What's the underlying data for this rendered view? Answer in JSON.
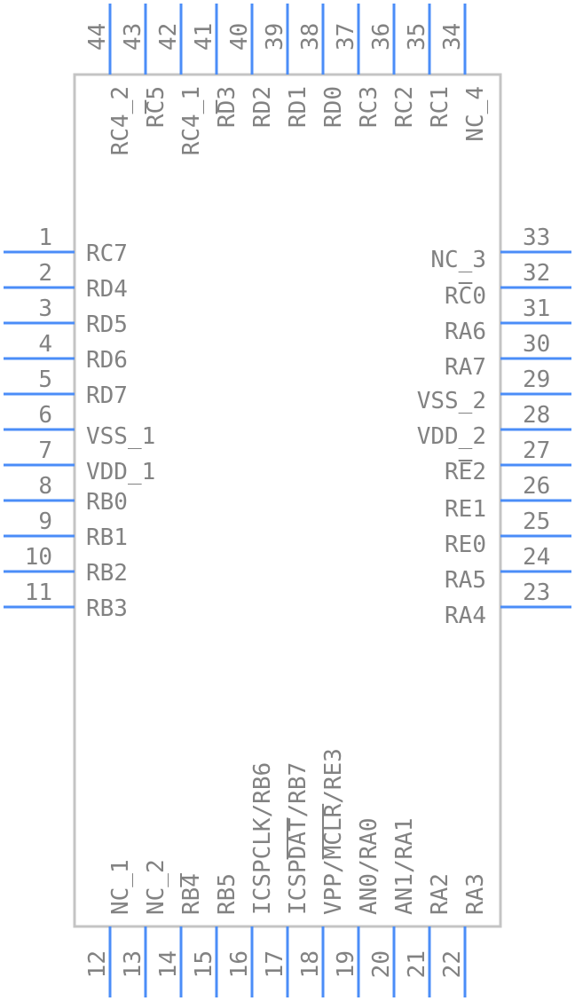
{
  "colors": {
    "body_stroke": "#c4c4c4",
    "pin": "#4b8df8",
    "text": "#828282"
  },
  "left_pins": [
    {
      "num": "1",
      "label": "RC7"
    },
    {
      "num": "2",
      "label": "RD4"
    },
    {
      "num": "3",
      "label": "RD5"
    },
    {
      "num": "4",
      "label": "RD6"
    },
    {
      "num": "5",
      "label": "RD7"
    },
    {
      "num": "6",
      "label": "VSS_1"
    },
    {
      "num": "7",
      "label": "VDD_1"
    },
    {
      "num": "8",
      "label": "RB0"
    },
    {
      "num": "9",
      "label": "RB1"
    },
    {
      "num": "10",
      "label": "RB2"
    },
    {
      "num": "11",
      "label": "RB3"
    }
  ],
  "right_pins": [
    {
      "num": "33",
      "label": "NC_3"
    },
    {
      "num": "32",
      "label": "RC0"
    },
    {
      "num": "31",
      "label": "RA6"
    },
    {
      "num": "30",
      "label": "RA7"
    },
    {
      "num": "29",
      "label": "VSS_2"
    },
    {
      "num": "28",
      "label": "VDD_2"
    },
    {
      "num": "27",
      "label": "RE2"
    },
    {
      "num": "26",
      "label": "RE1"
    },
    {
      "num": "25",
      "label": "RE0"
    },
    {
      "num": "24",
      "label": "RA5"
    },
    {
      "num": "23",
      "label": "RA4"
    }
  ],
  "top_pins": [
    {
      "num": "44",
      "label": "RC4_2"
    },
    {
      "num": "43",
      "label": "RC5"
    },
    {
      "num": "42",
      "label": "RC4_1"
    },
    {
      "num": "41",
      "label": "RD3"
    },
    {
      "num": "40",
      "label": "RD2"
    },
    {
      "num": "39",
      "label": "RD1"
    },
    {
      "num": "38",
      "label": "RD0"
    },
    {
      "num": "37",
      "label": "RC3"
    },
    {
      "num": "36",
      "label": "RC2"
    },
    {
      "num": "35",
      "label": "RC1"
    },
    {
      "num": "34",
      "label": "NC_4"
    }
  ],
  "bottom_pins": [
    {
      "num": "12",
      "label": "NC_1"
    },
    {
      "num": "13",
      "label": "NC_2"
    },
    {
      "num": "14",
      "label": "RB4"
    },
    {
      "num": "15",
      "label": "RB5"
    },
    {
      "num": "16",
      "label": "ICSPCLK/RB6"
    },
    {
      "num": "17",
      "label": "ICSPDAT/RB7"
    },
    {
      "num": "18",
      "label": "VPP/MCLR/RE3"
    },
    {
      "num": "19",
      "label": "AN0/RA0"
    },
    {
      "num": "20",
      "label": "AN1/RA1"
    },
    {
      "num": "21",
      "label": "RA2"
    },
    {
      "num": "22",
      "label": "RA3"
    }
  ]
}
